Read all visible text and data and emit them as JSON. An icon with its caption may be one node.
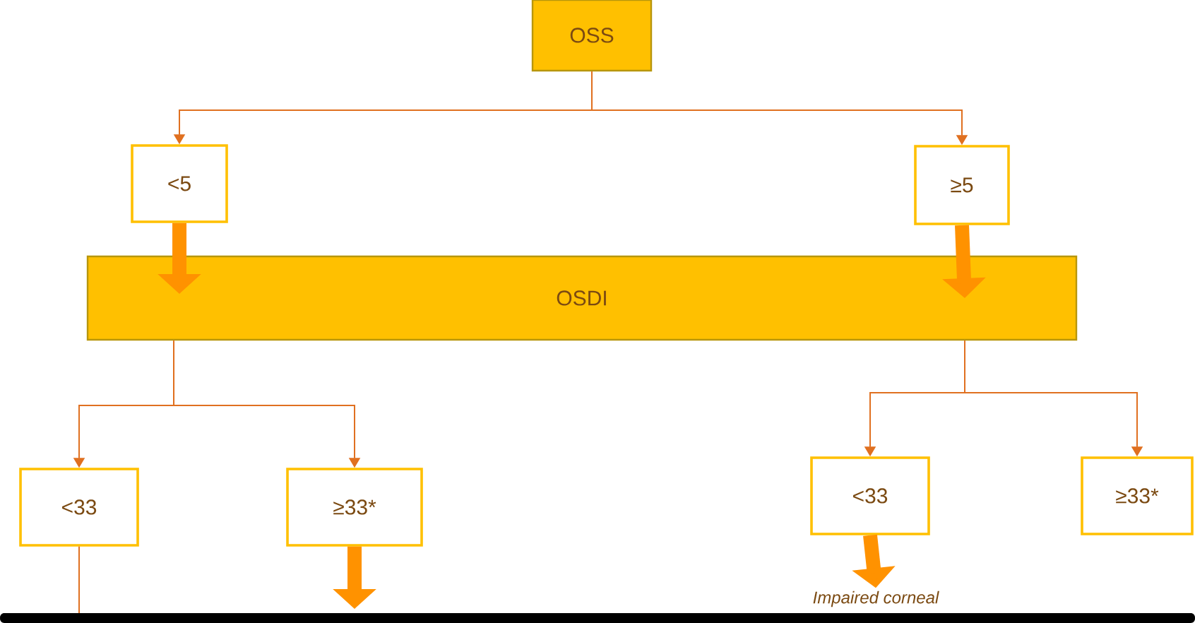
{
  "diagram": {
    "nodes": [
      {
        "text": [
          "OSS"
        ]
      },
      {
        "text": [
          "<5"
        ]
      },
      {
        "text": [
          "≥5"
        ]
      },
      {
        "text": [
          "OSDI"
        ]
      },
      {
        "text": [
          "<33"
        ]
      },
      {
        "text": [
          "≥33*"
        ]
      },
      {
        "text": [
          "<33"
        ]
      },
      {
        "text": [
          "≥33*"
        ]
      },
      {
        "text": [
          "Impaired corneal"
        ]
      }
    ],
    "edges": [
      {
        "from": 0,
        "to": 1,
        "arrow": "to"
      },
      {
        "from": 0,
        "to": 2,
        "arrow": "to"
      },
      {
        "from": 1,
        "to": 3,
        "arrow": "to",
        "style": "thick",
        "color": "#ff9200"
      },
      {
        "from": 2,
        "to": 3,
        "arrow": "to",
        "style": "thick",
        "color": "#ff9200"
      },
      {
        "from": 3,
        "to": 4,
        "arrow": "to"
      },
      {
        "from": 3,
        "to": 5,
        "arrow": "to"
      },
      {
        "from": 3,
        "to": 6,
        "arrow": "to"
      },
      {
        "from": 3,
        "to": 7,
        "arrow": "to"
      },
      {
        "from": 4,
        "to": null,
        "arrow": "none"
      },
      {
        "from": 5,
        "to": null,
        "arrow": "to",
        "style": "thick",
        "color": "#ff9200"
      },
      {
        "from": 6,
        "to": 8,
        "arrow": "to",
        "style": "thick",
        "color": "#ff9200"
      }
    ]
  }
}
